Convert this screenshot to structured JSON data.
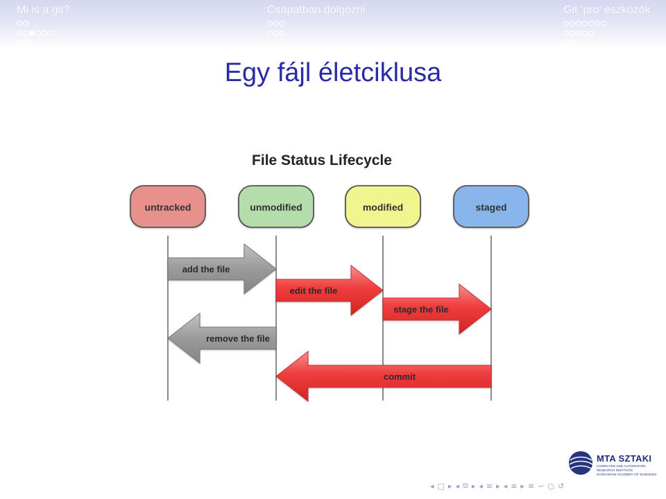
{
  "header": {
    "sections": [
      {
        "label": "Mi is a git?",
        "dot_rows": [
          2,
          6,
          2
        ],
        "current_dot": 4
      },
      {
        "label": "Csapatban dolgozni",
        "dot_rows": [
          3,
          3
        ],
        "current_dot": -1
      },
      {
        "label": "Git ‘pro’ eszközök",
        "dot_rows": [
          7,
          5,
          2
        ],
        "current_dot": -1
      }
    ]
  },
  "slide": {
    "title": "Egy fájl életciklusa"
  },
  "diagram": {
    "title": "File Status Lifecycle",
    "states": [
      {
        "label": "untracked",
        "color": "#e8908c"
      },
      {
        "label": "unmodified",
        "color": "#b5dcab"
      },
      {
        "label": "modified",
        "color": "#f0f58e"
      },
      {
        "label": "staged",
        "color": "#88b5ec"
      }
    ],
    "transitions": [
      {
        "label": "add the file",
        "from": 0,
        "to": 1,
        "color": "gray"
      },
      {
        "label": "edit the file",
        "from": 1,
        "to": 2,
        "color": "red"
      },
      {
        "label": "stage the file",
        "from": 2,
        "to": 3,
        "color": "red"
      },
      {
        "label": "remove the file",
        "from": 1,
        "to": 0,
        "color": "gray"
      },
      {
        "label": "commit",
        "from": 3,
        "to": 1,
        "color": "red"
      }
    ]
  },
  "logo": {
    "name": "MTA SZTAKI",
    "lines": [
      "COMPUTER AND AUTOMATION",
      "RESEARCH INSTITUTE",
      "HUNGARIAN ACADEMY OF SCIENCES"
    ]
  },
  "nav": {
    "glyphs": [
      "◂",
      "□",
      "▸",
      "◂",
      "⧉",
      "▸",
      "◂",
      "≡",
      "▸",
      "◂",
      "≡",
      "▸",
      "≡",
      "∽",
      "○",
      "↺"
    ]
  }
}
